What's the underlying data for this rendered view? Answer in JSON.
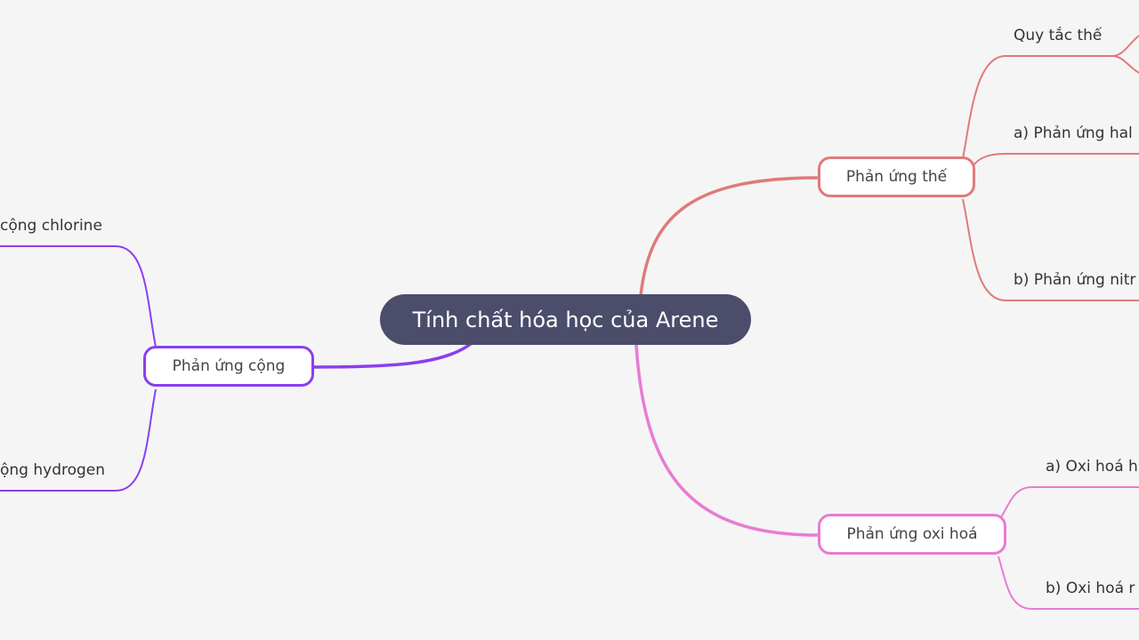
{
  "colors": {
    "center": "#4b4d6b",
    "substitution": "#e07a7a",
    "addition": "#8a3ff0",
    "oxidation": "#e87bd4",
    "background": "#f5f5f5"
  },
  "center": {
    "label": "Tính chất hóa học của Arene"
  },
  "branches": {
    "substitution": {
      "label": "Phản ứng thế",
      "children": [
        "Quy tắc thế",
        "a) Phản ứng hal",
        "b) Phản ứng nitr"
      ]
    },
    "addition": {
      "label": "Phản ứng cộng",
      "children": [
        "cộng chlorine",
        "ộng hydrogen"
      ]
    },
    "oxidation": {
      "label": "Phản ứng oxi hoá",
      "children": [
        "a) Oxi hoá h",
        "b) Oxi hoá r"
      ]
    }
  }
}
